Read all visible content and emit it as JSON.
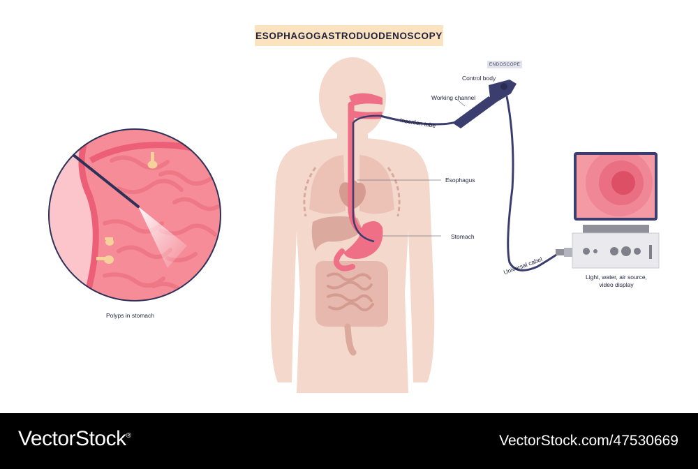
{
  "title": "ESOPHAGOGASTRODUODENOSCOPY",
  "endoscope_tag": "ENDOSCOPE",
  "labels": {
    "control_body": "Control body",
    "working_channel": "Working channel",
    "insertion_tube": "Insertion tube",
    "esophagus": "Esophagus",
    "stomach": "Stomach",
    "universal_cabel": "Universal cabel",
    "equipment": "Light, water, air source,\nvideo display",
    "polyps": "Polyps in stomach"
  },
  "footer": {
    "brand": "VectorStock",
    "brand_mark": "®",
    "image_id": "VectorStock.com/47530669"
  },
  "colors": {
    "title_bg": "#fce3bf",
    "skin": "#f4d8cc",
    "organ_pink": "#ef6f86",
    "endoscope": "#3a3d6e",
    "mucosa": "#f48a97",
    "footer_bg": "#000000"
  }
}
